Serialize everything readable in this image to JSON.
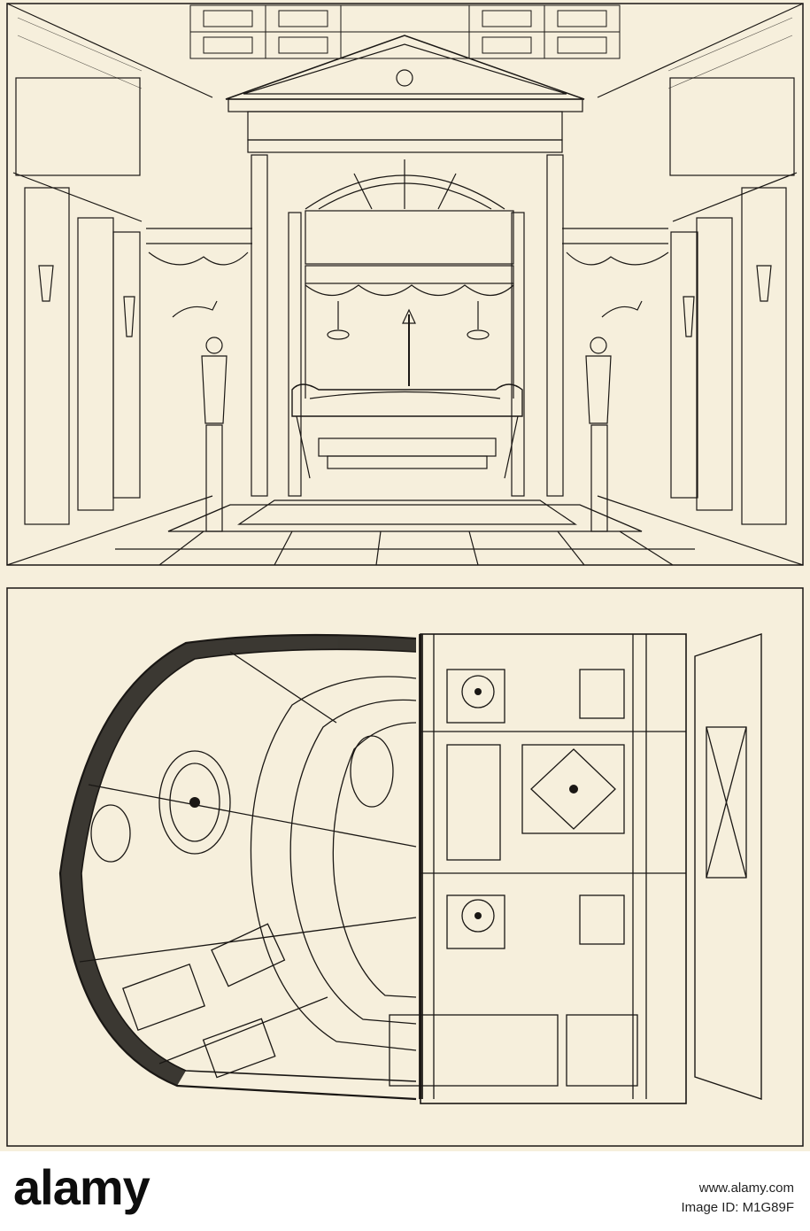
{
  "footer": {
    "logo_text": "alamy",
    "image_id": "Image ID: M1G89F",
    "url": "www.alamy.com"
  },
  "colors": {
    "paper": "#f6efdc",
    "ink": "#1a1714",
    "footer_bg": "#ffffff"
  }
}
